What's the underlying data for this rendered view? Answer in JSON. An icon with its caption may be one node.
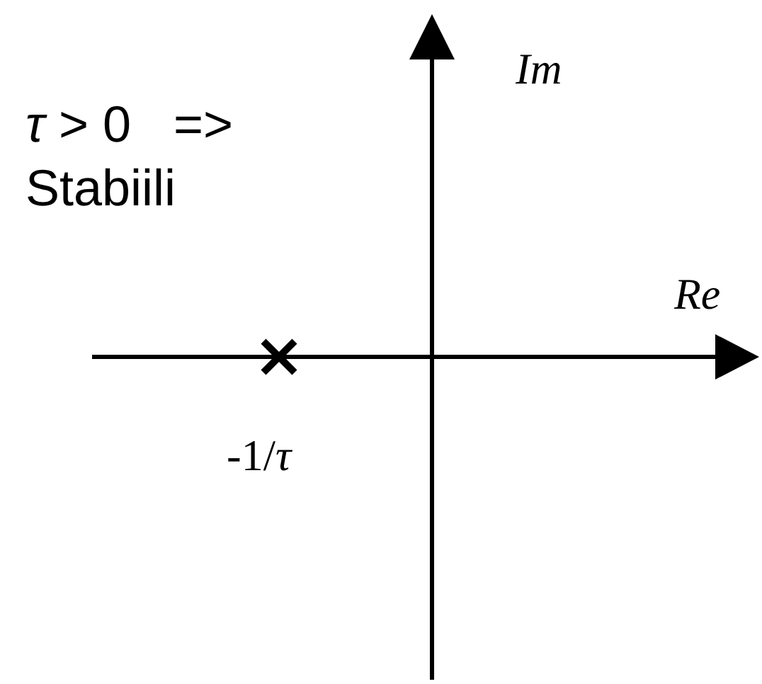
{
  "diagram": {
    "labels": [
      "*Im*",
      "*τ* > 0   =>",
      "Stabiili",
      "*Re*",
      "-1/*τ*"
    ]
  }
}
